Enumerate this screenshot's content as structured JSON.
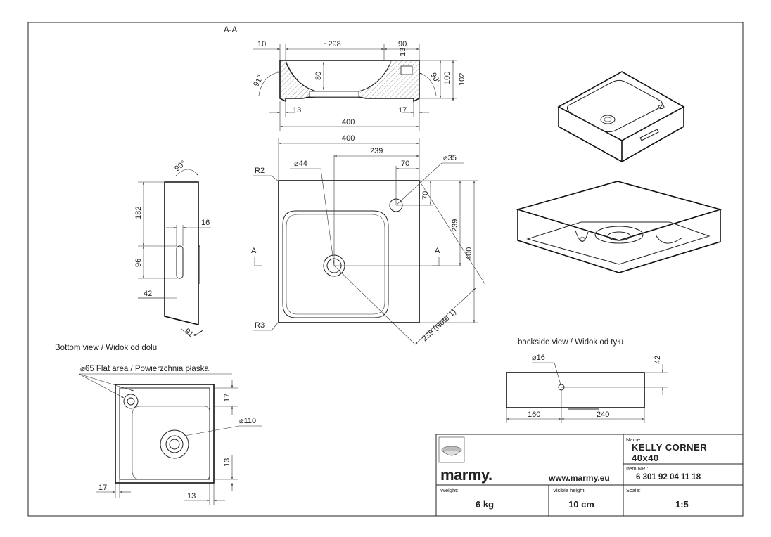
{
  "section": {
    "title": "A-A",
    "dims": {
      "left_wall": "10",
      "inner_width": "~298",
      "right_part": "90",
      "rim": "13",
      "depth_inner": "80",
      "height_outer": "100",
      "height_total": "102",
      "angle_left": "91°",
      "angle_right": "90°",
      "bottom_left": "13",
      "bottom_right": "17",
      "width": "400"
    }
  },
  "top_view": {
    "dims": {
      "width_top": "400",
      "drain_x": "239",
      "tap_x": "70",
      "tap_y": "70",
      "tap_hole": "⌀35",
      "drain_hole": "⌀44",
      "drain_y": "239",
      "height": "400",
      "diagonal": "239 (Note 1)",
      "radius_top": "R2",
      "radius_bottom": "R3",
      "section_mark": "A"
    }
  },
  "side_view": {
    "dims": {
      "angle_top": "90°",
      "top_height": "182",
      "slot_width": "16",
      "slot_height": "96",
      "bottom_height": "42",
      "angle_bottom": "91°"
    }
  },
  "bottom_view": {
    "title": "Bottom view / Widok od dołu",
    "flat_area": "⌀65 Flat area / Powierzchnia płaska",
    "dims": {
      "side_17": "17",
      "drain": "⌀110",
      "side_13": "13",
      "bottom_17": "17",
      "bottom_13": "13"
    }
  },
  "back_view": {
    "title": "backside view / Widok od tyłu",
    "dims": {
      "hole": "⌀16",
      "hole_y": "42",
      "left": "160",
      "right": "240"
    }
  },
  "title_block": {
    "logo": "marmy.",
    "website": "www.marmy.eu",
    "name_label": "Name:",
    "name_line1": "KELLY CORNER",
    "name_line2": "40x40",
    "item_label": "Item NR.:",
    "item_value": "6 301 92 04 11 18",
    "weight_label": "Weight:",
    "weight_value": "6 kg",
    "height_label": "Visible height:",
    "height_value": "10 cm",
    "scale_label": "Scale:",
    "scale_value": "1:5"
  }
}
